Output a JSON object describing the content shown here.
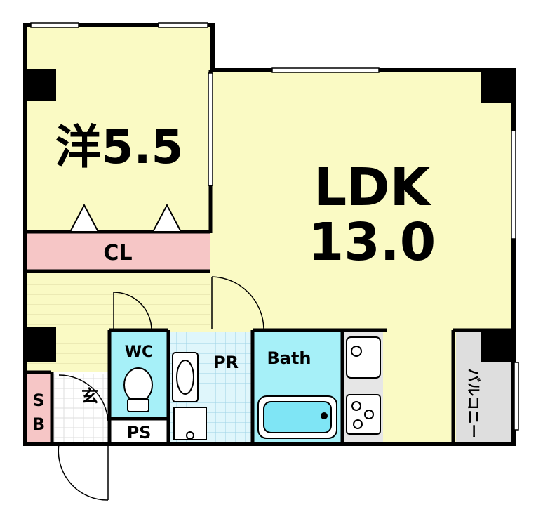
{
  "rooms": {
    "western": "洋5.5",
    "ldk_name": "LDK",
    "ldk_size": "13.0",
    "closet": "CL",
    "wc": "WC",
    "powder_room": "PR",
    "bath": "Bath",
    "pipe_space": "PS",
    "entrance": "玄",
    "shoe_box_s": "S",
    "shoe_box_b": "B",
    "balcony": "バルコニー"
  },
  "colors": {
    "room_yellow": "#fafac4",
    "closet_pink": "#f6c6c6",
    "water_cyan": "#a6f0f8",
    "tile_blue": "#dff6fb",
    "balcony_gray": "#dedede",
    "wall": "#000000"
  }
}
